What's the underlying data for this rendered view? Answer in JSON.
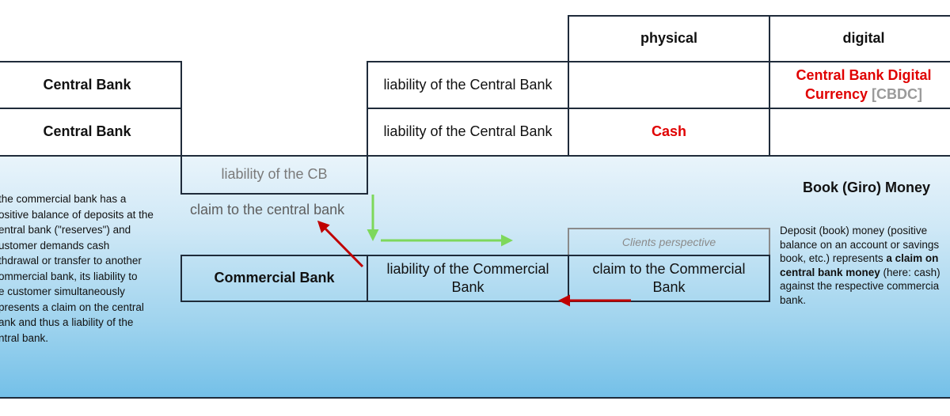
{
  "columns": {
    "physical": "physical",
    "digital": "digital"
  },
  "rows": {
    "cb_row1_label": "Central Bank",
    "cb_row1_liability": "liability of the Central Bank",
    "cb_row2_label": "Central Bank",
    "cb_row2_liability": "liability of the Central Bank",
    "cbdc_main": "Central Bank Digital Currency",
    "cbdc_abbr": "[CBDC]",
    "cash": "Cash"
  },
  "middle": {
    "liability_cb": "liability of the CB",
    "claim_cb": "claim to the central bank",
    "book_money": "Book (Giro) Money",
    "clients_perspective": "Clients perspective",
    "commercial_bank": "Commercial Bank",
    "liability_commercial": "liability of the Commercial Bank",
    "claim_commercial": "claim to the Commercial Bank"
  },
  "left_text": [
    "the commercial bank has a",
    "ositive balance of deposits at the",
    "entral bank (\"reserves\") and",
    "ustomer demands cash",
    "thdrawal or transfer to another",
    "ommercial bank, its liability to",
    "e customer simultaneously",
    "presents a claim on the central",
    "ank and thus a liability of the",
    "ntral bank."
  ],
  "right_text": {
    "l1": "Deposit (book) money (positive",
    "l2": "balance on an account or savings",
    "l3a": "book, etc.) represents ",
    "l3b": "a claim on",
    "l4a": "central bank money",
    "l4b": " (here: cash)",
    "l5": "against the respective commercia",
    "l6": "bank."
  },
  "colors": {
    "red_text": "#e00000",
    "arrow_red": "#c00000",
    "arrow_green": "#7ed85b",
    "border": "#1f2b3a"
  }
}
